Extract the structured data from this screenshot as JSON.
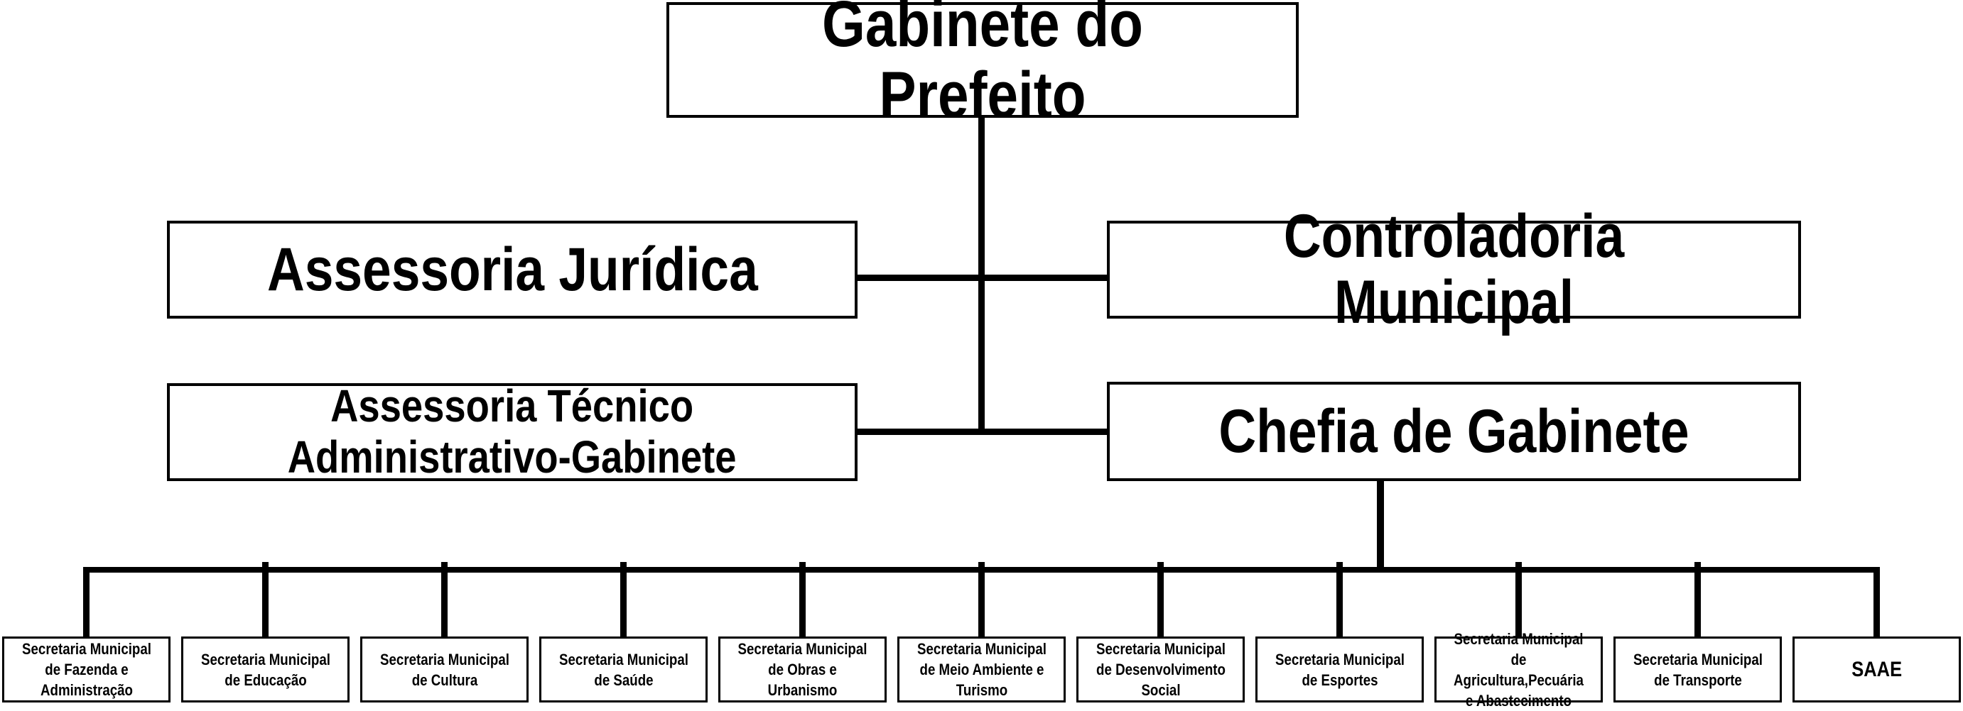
{
  "colors": {
    "line": "#000000",
    "box_border": "#000000",
    "box_background": "#ffffff",
    "text": "#000000",
    "page_background": "#ffffff"
  },
  "org": {
    "root": {
      "label": "Gabinete do Prefeito"
    },
    "level2": {
      "left": {
        "label": "Assessoria Jurídica"
      },
      "right": {
        "label": "Controladoria Municipal"
      }
    },
    "level3": {
      "left": {
        "label": "Assessoria Técnico\nAdministrativo-Gabinete"
      },
      "right": {
        "label": "Chefia de Gabinete"
      }
    },
    "departments": [
      {
        "label": "Secretaria Municipal\nde Fazenda e\nAdministração"
      },
      {
        "label": "Secretaria Municipal\nde Educação"
      },
      {
        "label": "Secretaria Municipal\nde Cultura"
      },
      {
        "label": "Secretaria Municipal\nde Saúde"
      },
      {
        "label": "Secretaria Municipal\nde Obras e Urbanismo"
      },
      {
        "label": "Secretaria Municipal\nde Meio Ambiente e\nTurismo"
      },
      {
        "label": "Secretaria Municipal\nde Desenvolvimento\nSocial"
      },
      {
        "label": "Secretaria Municipal\nde Esportes"
      },
      {
        "label": "Secretaria Municipal de\nAgricultura,Pecuária\ne Abastecimento"
      },
      {
        "label": "Secretaria Municipal\nde Transporte"
      },
      {
        "label": "SAAE"
      }
    ]
  }
}
